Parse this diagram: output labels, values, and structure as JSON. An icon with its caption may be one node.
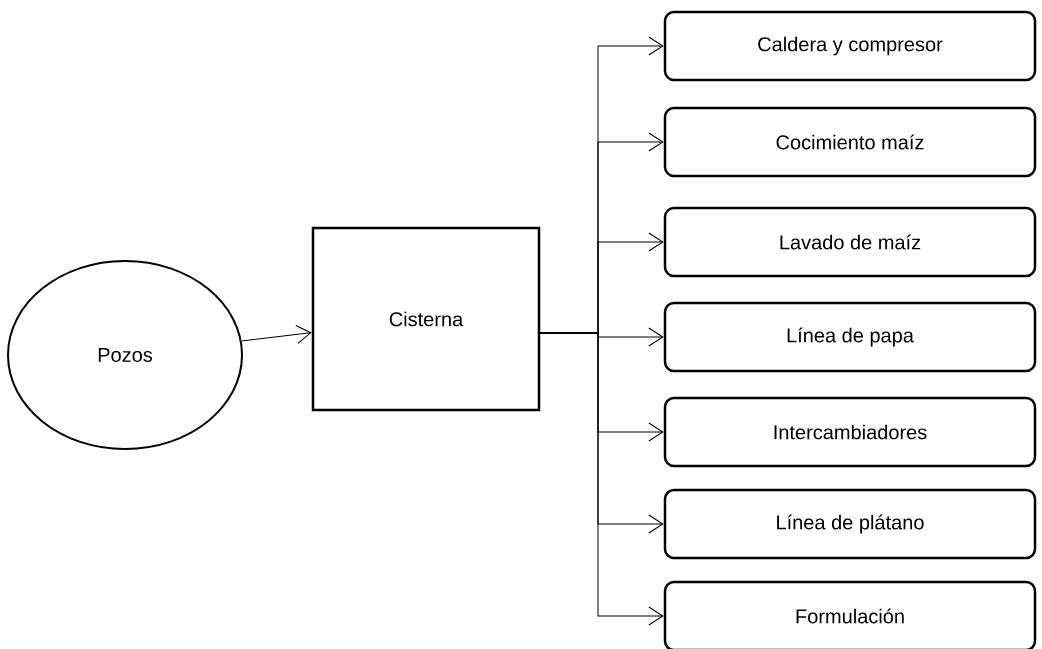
{
  "diagram": {
    "nodes": [
      {
        "text": [
          "Pozos"
        ]
      },
      {
        "text": [
          "Cisterna"
        ]
      },
      {
        "text": [
          "Caldera y compresor"
        ]
      },
      {
        "text": [
          "Cocimiento maíz"
        ]
      },
      {
        "text": [
          "Lavado de maíz"
        ]
      },
      {
        "text": [
          "Línea de papa"
        ]
      },
      {
        "text": [
          "Intercambiadores"
        ]
      },
      {
        "text": [
          "Línea de plátano"
        ]
      },
      {
        "text": [
          "Formulación"
        ]
      }
    ],
    "edges": [
      {
        "from": 0,
        "to": 1,
        "arrow": "to"
      },
      {
        "from": 1,
        "to": 2,
        "arrow": "to"
      },
      {
        "from": 1,
        "to": 3,
        "arrow": "to"
      },
      {
        "from": 1,
        "to": 4,
        "arrow": "to"
      },
      {
        "from": 1,
        "to": 5,
        "arrow": "to"
      },
      {
        "from": 1,
        "to": 6,
        "arrow": "to"
      },
      {
        "from": 1,
        "to": 7,
        "arrow": "to"
      },
      {
        "from": 1,
        "to": 8,
        "arrow": "to"
      }
    ]
  }
}
